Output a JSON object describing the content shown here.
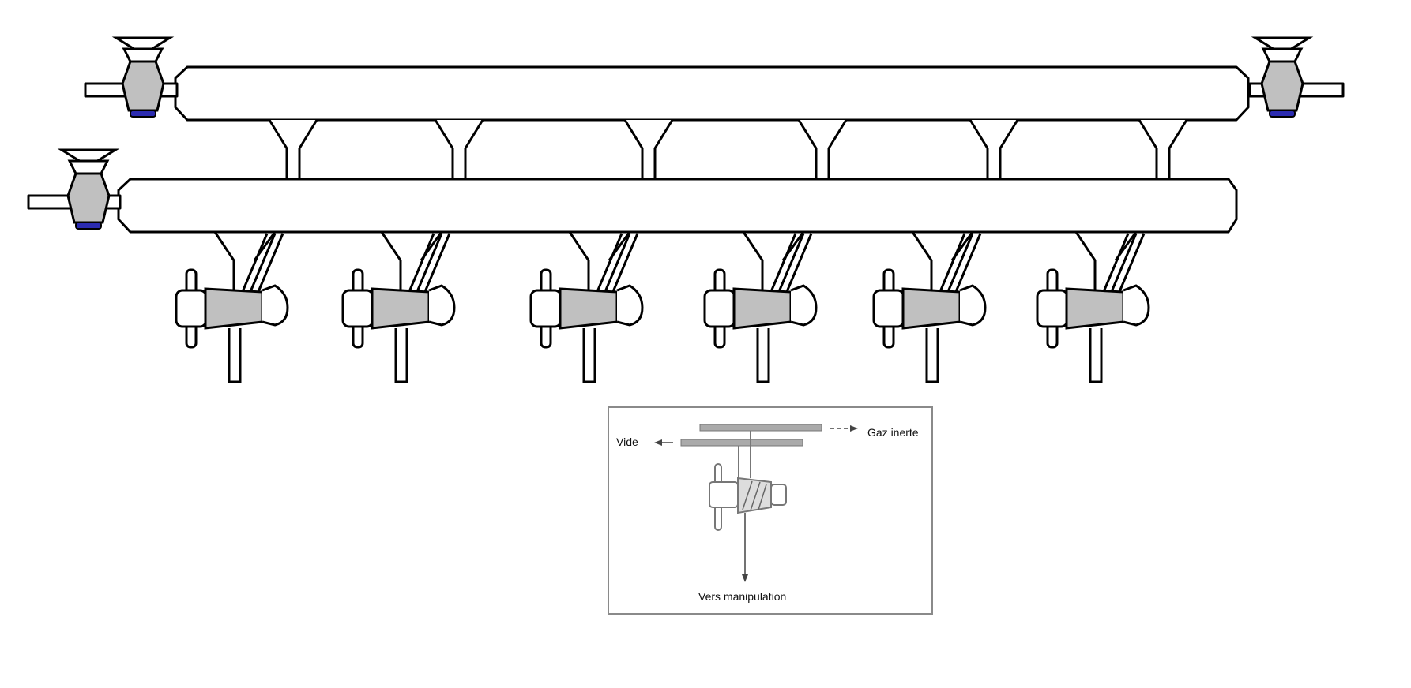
{
  "colors": {
    "glass_stroke": "#000000",
    "glass_fill": "#ffffff",
    "stopcock_fill": "#c0c0c0",
    "valve_tip": "#2b2bb0",
    "inset_border": "#888888",
    "inset_line": "#777777"
  },
  "manifold": {
    "upper_line_name": "inert-gas-line",
    "lower_line_name": "vacuum-line",
    "end_valves": [
      "upper-left-valve",
      "upper-right-valve",
      "lower-left-valve"
    ],
    "port_count": 6
  },
  "inset": {
    "labels": {
      "vacuum": "Vide",
      "inert_gas": "Gaz inerte",
      "to_manipulation": "Vers manipulation"
    }
  }
}
